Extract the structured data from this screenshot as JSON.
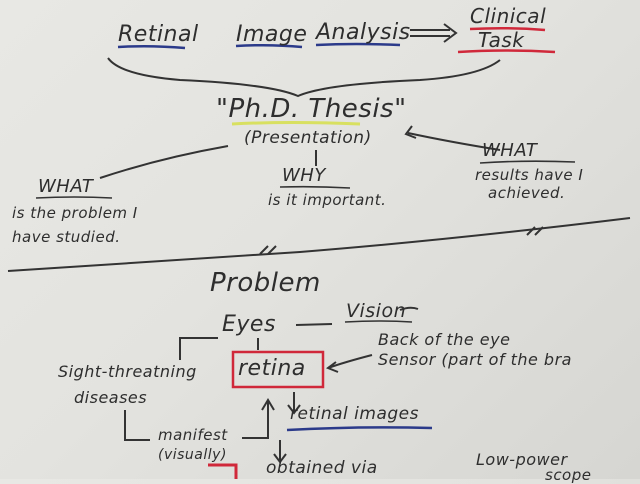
{
  "header": {
    "word_retinal": "Retinal",
    "word_image": "Image",
    "word_analysis": "Analysis",
    "clinical": "Clinical",
    "task": "Task"
  },
  "thesis": {
    "title": "\"Ph.D. Thesis\"",
    "subtitle": "(Presentation)"
  },
  "branches": {
    "left_heading": "WHAT",
    "left_line1": "is the problem I",
    "left_line2": "have studied.",
    "mid_heading": "WHY",
    "mid_line1": "is it important.",
    "right_heading": "WHAT",
    "right_line1": "results have I",
    "right_line2": "achieved."
  },
  "problem": {
    "title": "Problem",
    "eyes": "Eyes",
    "vision": "Vision",
    "back_of_eye": "Back of the eye",
    "sensor": "Sensor (part of the bra",
    "sight_threatening": "Sight-threatning",
    "diseases": "diseases",
    "retina": "retina",
    "manifest": "manifest",
    "visually": "(visually)",
    "retinal_images": "retinal images",
    "obtained_via": "obtained via",
    "low_power": "Low-power",
    "scope": "scope"
  },
  "colors": {
    "ink": "#2e2e2e",
    "blue_underline": "#2b3a8a",
    "red_underline": "#d0283a",
    "yellow_highlight": "#d8e060"
  }
}
